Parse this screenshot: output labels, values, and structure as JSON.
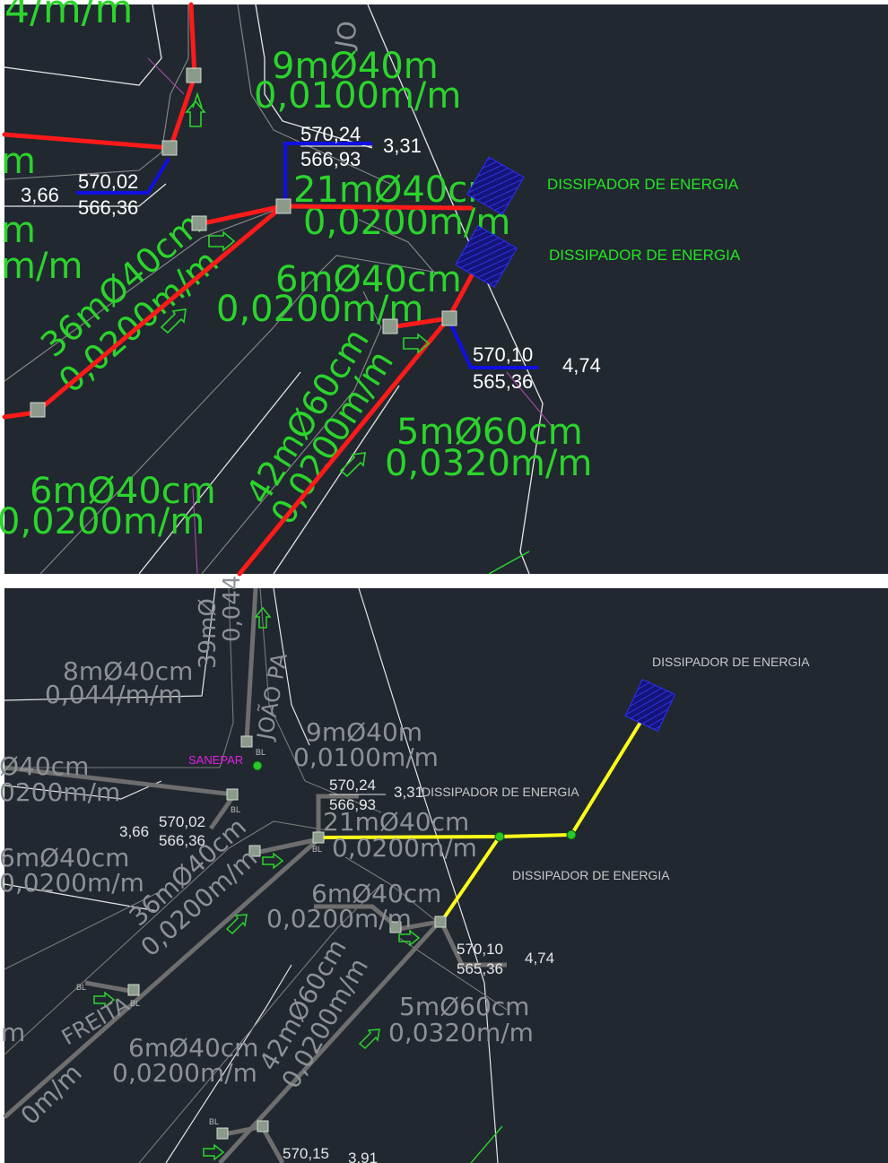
{
  "colors": {
    "background": "#212830",
    "pipe_red": "#ff1a1a",
    "pipe_blue": "#1010e6",
    "pipe_yellow": "#ffff1a",
    "pipe_gray": "#6e6e6e",
    "cad_green": "#2bd42b",
    "cad_gray": "#8d9195",
    "label_magenta": "#e020e0",
    "dissipator_fill": "#14147a"
  },
  "top_view": {
    "pipe_labels": [
      {
        "text": "4/m/m"
      },
      {
        "text": "9mØ40m"
      },
      {
        "text": "0,0100m/m"
      },
      {
        "text": "21mØ40cm"
      },
      {
        "text": "0,0200m/m"
      },
      {
        "text": "m"
      },
      {
        "text": "m/m"
      },
      {
        "text": "m"
      },
      {
        "text": "36mØ40cm"
      },
      {
        "text": "0,0200m/m"
      },
      {
        "text": "6mØ40cm"
      },
      {
        "text": "0,0200m/m"
      },
      {
        "text": "42mØ60cm"
      },
      {
        "text": "0,0200m/m"
      },
      {
        "text": "5mØ60cm"
      },
      {
        "text": "0,0320m/m"
      },
      {
        "text": "6mØ40cm"
      },
      {
        "text": "0,0200m/m"
      }
    ],
    "elevations": [
      {
        "top": "570,24",
        "bottom": "566,93",
        "depth": "3,31"
      },
      {
        "top": "570,02",
        "bottom": "566,36",
        "depth": "3,66"
      },
      {
        "top": "570,10",
        "bottom": "565,36",
        "depth": "4,74"
      }
    ],
    "dissipator_labels": [
      "DISSIPADOR DE ENERGIA",
      "DISSIPADOR DE ENERGIA"
    ],
    "street_text": "JO"
  },
  "bottom_view": {
    "pipe_labels": [
      {
        "text": "8mØ40cm"
      },
      {
        "text": "0,044/m/m"
      },
      {
        "text": "39mØ"
      },
      {
        "text": "0,044"
      },
      {
        "text": "9mØ40m"
      },
      {
        "text": "0,0100m/m"
      },
      {
        "text": "Ø40cm"
      },
      {
        "text": "0200m/m"
      },
      {
        "text": "21mØ40cm"
      },
      {
        "text": "0,0200m/m"
      },
      {
        "text": "6mØ40cm"
      },
      {
        "text": "0,0200m/m"
      },
      {
        "text": "36mØ40cm"
      },
      {
        "text": "0,0200m/m"
      },
      {
        "text": "6mØ40cm"
      },
      {
        "text": "0,0200m/m"
      },
      {
        "text": "42mØ60cm"
      },
      {
        "text": "0,0200m/m"
      },
      {
        "text": "5mØ60cm"
      },
      {
        "text": "0,0320m/m"
      },
      {
        "text": "6mØ40cm"
      },
      {
        "text": "0,0200m/m"
      },
      {
        "text": "0m/m"
      },
      {
        "text": "m"
      }
    ],
    "street_texts": [
      "JOÃO PA",
      "FREITA"
    ],
    "company_label": "SANEPAR",
    "elevations": [
      {
        "top": "570,24",
        "bottom": "566,93",
        "depth": "3,31"
      },
      {
        "top": "570,02",
        "bottom": "566,36",
        "depth": "3,66"
      },
      {
        "top": "570,10",
        "bottom": "565,36",
        "depth": "4,74"
      },
      {
        "top": "570,15",
        "depth": "3,91"
      }
    ],
    "dissipator_labels": [
      "DISSIPADOR DE ENERGIA",
      "DISSIPADOR DE ENERGIA",
      "DISSIPADOR DE ENERGIA"
    ],
    "block_tag": "BL"
  }
}
